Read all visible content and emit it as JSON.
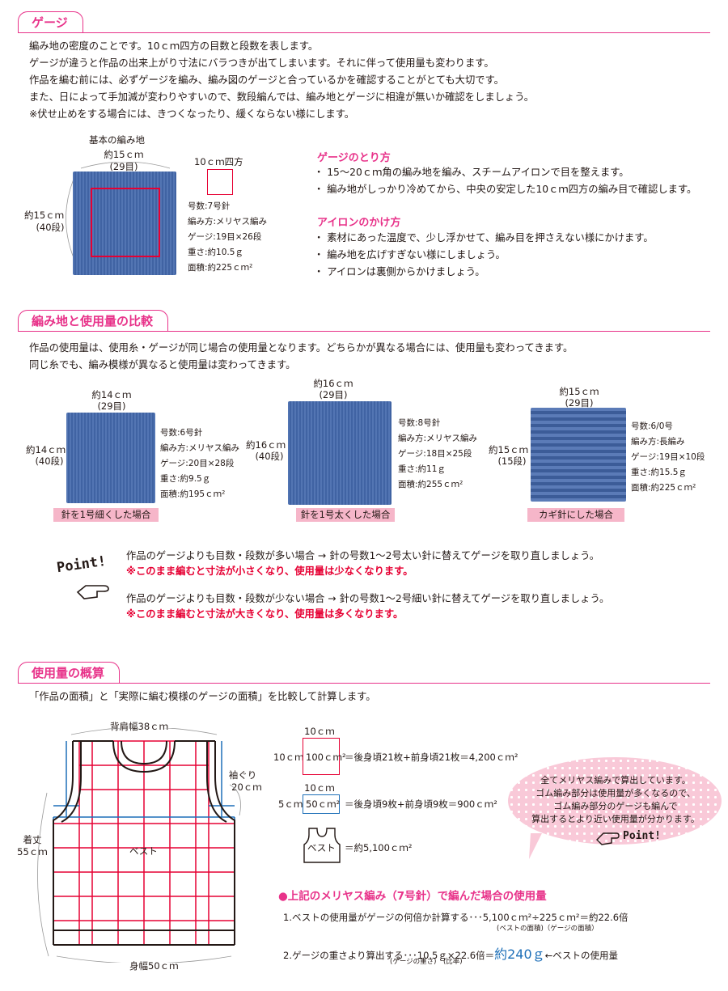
{
  "sections": {
    "gauge": {
      "title": "ゲージ",
      "paragraphs": [
        "編み地の密度のことです。10ｃｍ四方の目数と段数を表します。",
        "ゲージが違うと作品の出来上がり寸法にバラつきが出てしまいます。それに伴って使用量も変わります。",
        "作品を編む前には、必ずゲージを編み、編み図のゲージと合っているかを確認することがとても大切です。",
        "また、日によって手加減が変わりやすいので、数段編んでは、編み地とゲージに相違が無いか確認をしましょう。",
        "※伏せ止めをする場合には、きつくなったり、緩くならない様にします。"
      ],
      "figure": {
        "caption": "基本の編み地",
        "width_label": "約15ｃｍ",
        "width_sub": "(29目)",
        "height_label": "約15ｃｍ",
        "height_sub": "(40段)",
        "square_label": "10ｃｍ四方",
        "specs": [
          "号数:7号針",
          "編み方:メリヤス編み",
          "ゲージ:19目×26段",
          "重さ:約10.5ｇ",
          "面積:約225ｃｍ²"
        ]
      },
      "how_to_take": {
        "title": "ゲージのとり方",
        "items": [
          "・ 15〜20ｃｍ角の編み地を編み、スチームアイロンで目を整えます。",
          "・ 編み地がしっかり冷めてから、中央の安定した10ｃｍ四方の編み目で確認します。"
        ]
      },
      "ironing": {
        "title": "アイロンのかけ方",
        "items": [
          "・ 素材にあった温度で、少し浮かせて、編み目を押さえない様にかけます。",
          "・ 編み地を広げすぎない様にしましょう。",
          "・ アイロンは裏側からかけましょう。"
        ]
      }
    },
    "compare": {
      "title": "編み地と使用量の比較",
      "paragraphs": [
        "作品の使用量は、使用糸・ゲージが同じ場合の使用量となります。どちらかが異なる場合には、使用量も変わってきます。",
        "同じ糸でも、編み模様が異なると使用量は変わってきます。"
      ],
      "samples": [
        {
          "w": "約14ｃｍ",
          "ws": "(29目)",
          "h": "約14ｃｍ",
          "hs": "(40段)",
          "specs": [
            "号数:6号針",
            "編み方:メリヤス編み",
            "ゲージ:20目×28段",
            "重さ:約9.5ｇ",
            "面積:約195ｃｍ²"
          ],
          "label": "針を1号細くした場合"
        },
        {
          "w": "約16ｃｍ",
          "ws": "(29目)",
          "h": "約16ｃｍ",
          "hs": "(40段)",
          "specs": [
            "号数:8号針",
            "編み方:メリヤス編み",
            "ゲージ:18目×25段",
            "重さ:約11ｇ",
            "面積:約255ｃｍ²"
          ],
          "label": "針を1号太くした場合"
        },
        {
          "w": "約15ｃｍ",
          "ws": "(29目)",
          "h": "約15ｃｍ",
          "hs": "(15段)",
          "specs": [
            "号数:6/0号",
            "編み方:長編み",
            "ゲージ:19目×10段",
            "重さ:約15.5ｇ",
            "面積:約225ｃｍ²"
          ],
          "label": "カギ針にした場合"
        }
      ],
      "point": {
        "logo": "Point!",
        "line1": "作品のゲージよりも目数・段数が多い場合 → 針の号数1〜2号太い針に替えてゲージを取り直しましょう。",
        "note1": "※このまま編むと寸法が小さくなり、使用量は少なくなります。",
        "line2": "作品のゲージよりも目数・段数が少ない場合 → 針の号数1〜2号細い針に替えてゲージを取り直しましょう。",
        "note2": "※このまま編むと寸法が大きくなり、使用量は多くなります。"
      }
    },
    "estimate": {
      "title": "使用量の概算",
      "intro": "「作品の面積」と「実際に編む模様のゲージの面積」を比較して計算します。",
      "vest": {
        "shoulder": "背肩幅38ｃｍ",
        "armhole": "袖ぐり",
        "armhole_val": "20ｃｍ",
        "length": "着丈",
        "length_val": "55ｃｍ",
        "body": "ベスト",
        "width": "身幅50ｃｍ"
      },
      "calc": {
        "sq1_w": "10ｃｍ",
        "sq1_h": "10ｃｍ",
        "sq1_area": "100ｃｍ²",
        "sq1_eq": "＝後身頃21枚+前身頃21枚＝4,200ｃｍ²",
        "sq2_w": "10ｃｍ",
        "sq2_h": "5ｃｍ",
        "sq2_area": "50ｃｍ²",
        "sq2_eq": "＝後身頃9枚+前身頃9枚＝900ｃｍ²",
        "vest_label": "ベスト",
        "vest_eq": "＝約5,100ｃｍ²"
      },
      "bubble": [
        "全てメリヤス編みで算出しています。",
        "ゴム編み部分は使用量が多くなるので、",
        "ゴム編み部分のゲージも編んで",
        "算出するとより近い使用量が分かります。"
      ],
      "bubble_logo": "Point!",
      "result": {
        "title": "●上記のメリヤス編み（7号針）で編んだ場合の使用量",
        "step1": "1.ベストの使用量がゲージの何倍か計算する･･･5,100ｃｍ²÷225ｃｍ²＝約22.6倍",
        "step1_sub": "(ベストの面積)（ゲージの面積）",
        "step2_a": "2.ゲージの重さより算出する･･･10.5ｇ×22.6倍＝",
        "step2_b": "約240ｇ",
        "step2_c": "←ベストの使用量",
        "step2_sub": "(ゲージの重さ)　(比率)"
      }
    }
  },
  "colors": {
    "accent": "#e8338a",
    "red": "#e60033",
    "yarn": "#4469ad",
    "blue": "#1d6fb8"
  }
}
